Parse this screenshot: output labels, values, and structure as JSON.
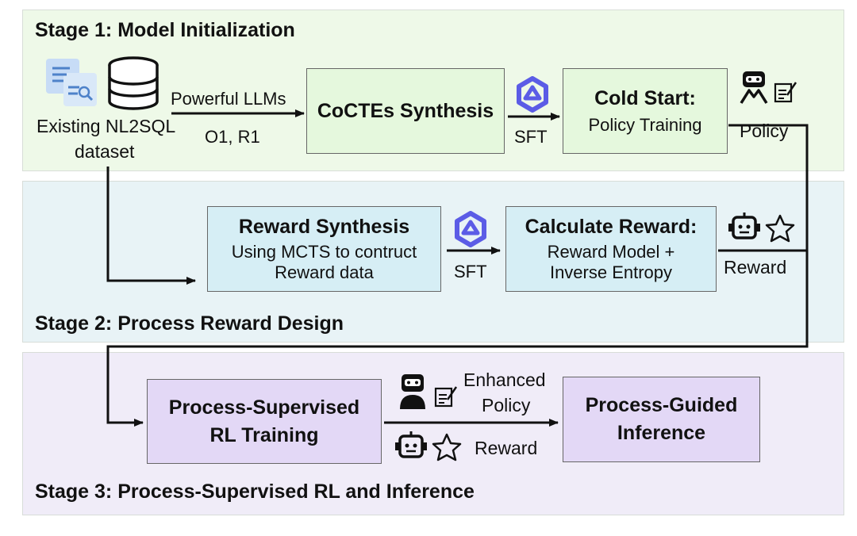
{
  "stage1": {
    "title": "Stage 1: Model Initialization",
    "dataset_label_1": "Existing NL2SQL",
    "dataset_label_2": "dataset",
    "arrow_top": "Powerful LLMs",
    "arrow_bottom": "O1, R1",
    "synthesis": "CoCTEs Synthesis",
    "sft": "SFT",
    "cold_start_title": "Cold Start:",
    "cold_start_sub": "Policy Training",
    "policy": "Policy"
  },
  "stage2": {
    "title": "Stage 2: Process Reward Design",
    "reward_synth_title": "Reward Synthesis",
    "reward_synth_line1": "Using MCTS to contruct",
    "reward_synth_line2": "Reward data",
    "sft": "SFT",
    "calc_title": "Calculate Reward:",
    "calc_line1": "Reward Model +",
    "calc_line2": "Inverse Entropy",
    "reward": "Reward"
  },
  "stage3": {
    "title": "Stage 3: Process-Supervised RL and Inference",
    "rl_line1": "Process-Supervised",
    "rl_line2": "RL Training",
    "enhanced_1": "Enhanced",
    "enhanced_2": "Policy",
    "reward": "Reward",
    "inference_line1": "Process-Guided",
    "inference_line2": "Inference"
  },
  "icons": {
    "dataset": "document-search-icon",
    "database": "database-icon",
    "llm": "llm-logo-icon",
    "policy": "person-robot-icon",
    "note": "note-icon",
    "robot": "robot-icon",
    "star": "star-icon"
  }
}
